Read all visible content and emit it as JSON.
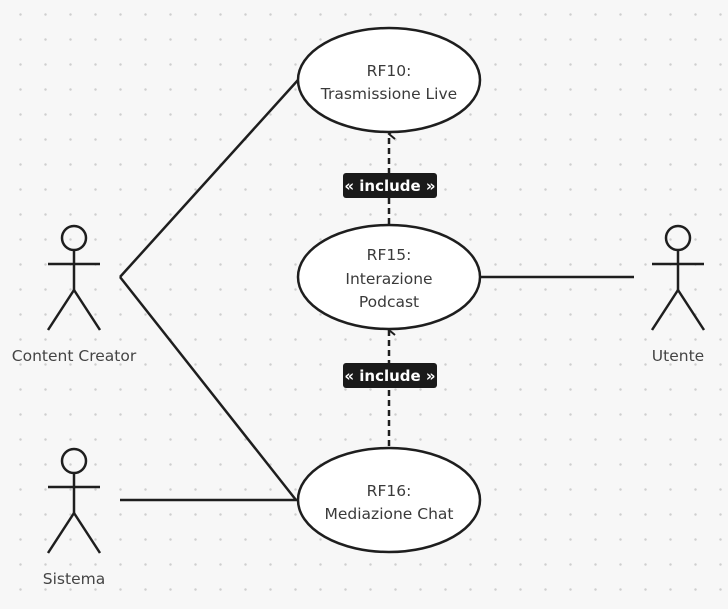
{
  "actors": {
    "content_creator": "Content Creator",
    "sistema": "Sistema",
    "utente": "Utente"
  },
  "use_cases": {
    "rf10": {
      "id": "RF10:",
      "name": "Trasmissione Live"
    },
    "rf15": {
      "id": "RF15:",
      "name_line1": "Interazione",
      "name_line2": "Podcast"
    },
    "rf16": {
      "id": "RF16:",
      "name": "Mediazione Chat"
    }
  },
  "relations": {
    "include_top": "« include »",
    "include_bottom": "« include »"
  },
  "colors": {
    "background": "#f7f7f7",
    "grid_dot": "#cfcfcf",
    "line": "#1e1e1e",
    "label_bg": "#1a1a1a",
    "label_text": "#ffffff"
  }
}
